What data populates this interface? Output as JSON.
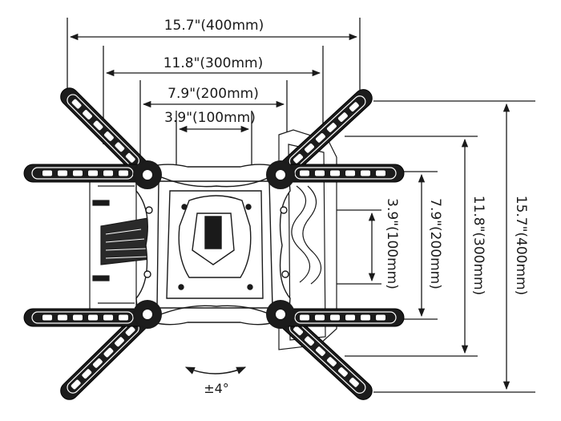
{
  "horizontal_dimensions": [
    {
      "label": "15.7\"(400mm)"
    },
    {
      "label": "11.8\"(300mm)"
    },
    {
      "label": "7.9\"(200mm)"
    },
    {
      "label": "3.9\"(100mm)"
    }
  ],
  "vertical_dimensions": [
    {
      "label": "3.9\"(100mm)"
    },
    {
      "label": "7.9\"(200mm)"
    },
    {
      "label": "11.8\"(300mm)"
    },
    {
      "label": "15.7\"(400mm)"
    }
  ],
  "tilt": {
    "label": "±4°"
  },
  "colors": {
    "line": "#1a1a1a",
    "arm": "#1c1c1c",
    "arm_edge": "#ffffff"
  }
}
